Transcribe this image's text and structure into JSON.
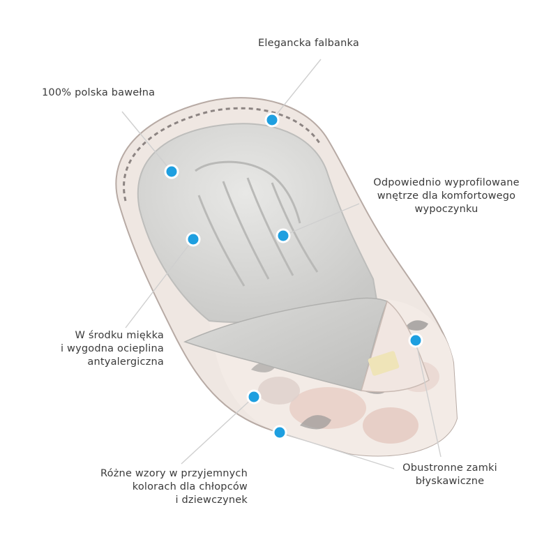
{
  "accent_color": "#1e9fe0",
  "callouts": {
    "ruffle": {
      "lines": [
        "Elegancka falbanka"
      ]
    },
    "cotton": {
      "lines": [
        "100% polska bawełna"
      ]
    },
    "interior": {
      "lines": [
        "Odpowiednio wyprofilowane",
        "wnętrze dla komfortowego",
        "wypoczynku"
      ]
    },
    "filling": {
      "lines": [
        "W środku miękka",
        "i wygodna ocieplina",
        "antyalergiczna"
      ]
    },
    "patterns": {
      "lines": [
        "Różne wzory w przyjemnych",
        "kolorach dla chłopców",
        "i dziewczynek"
      ]
    },
    "zippers": {
      "lines": [
        "Obustronne zamki",
        "błyskawiczne"
      ]
    }
  }
}
